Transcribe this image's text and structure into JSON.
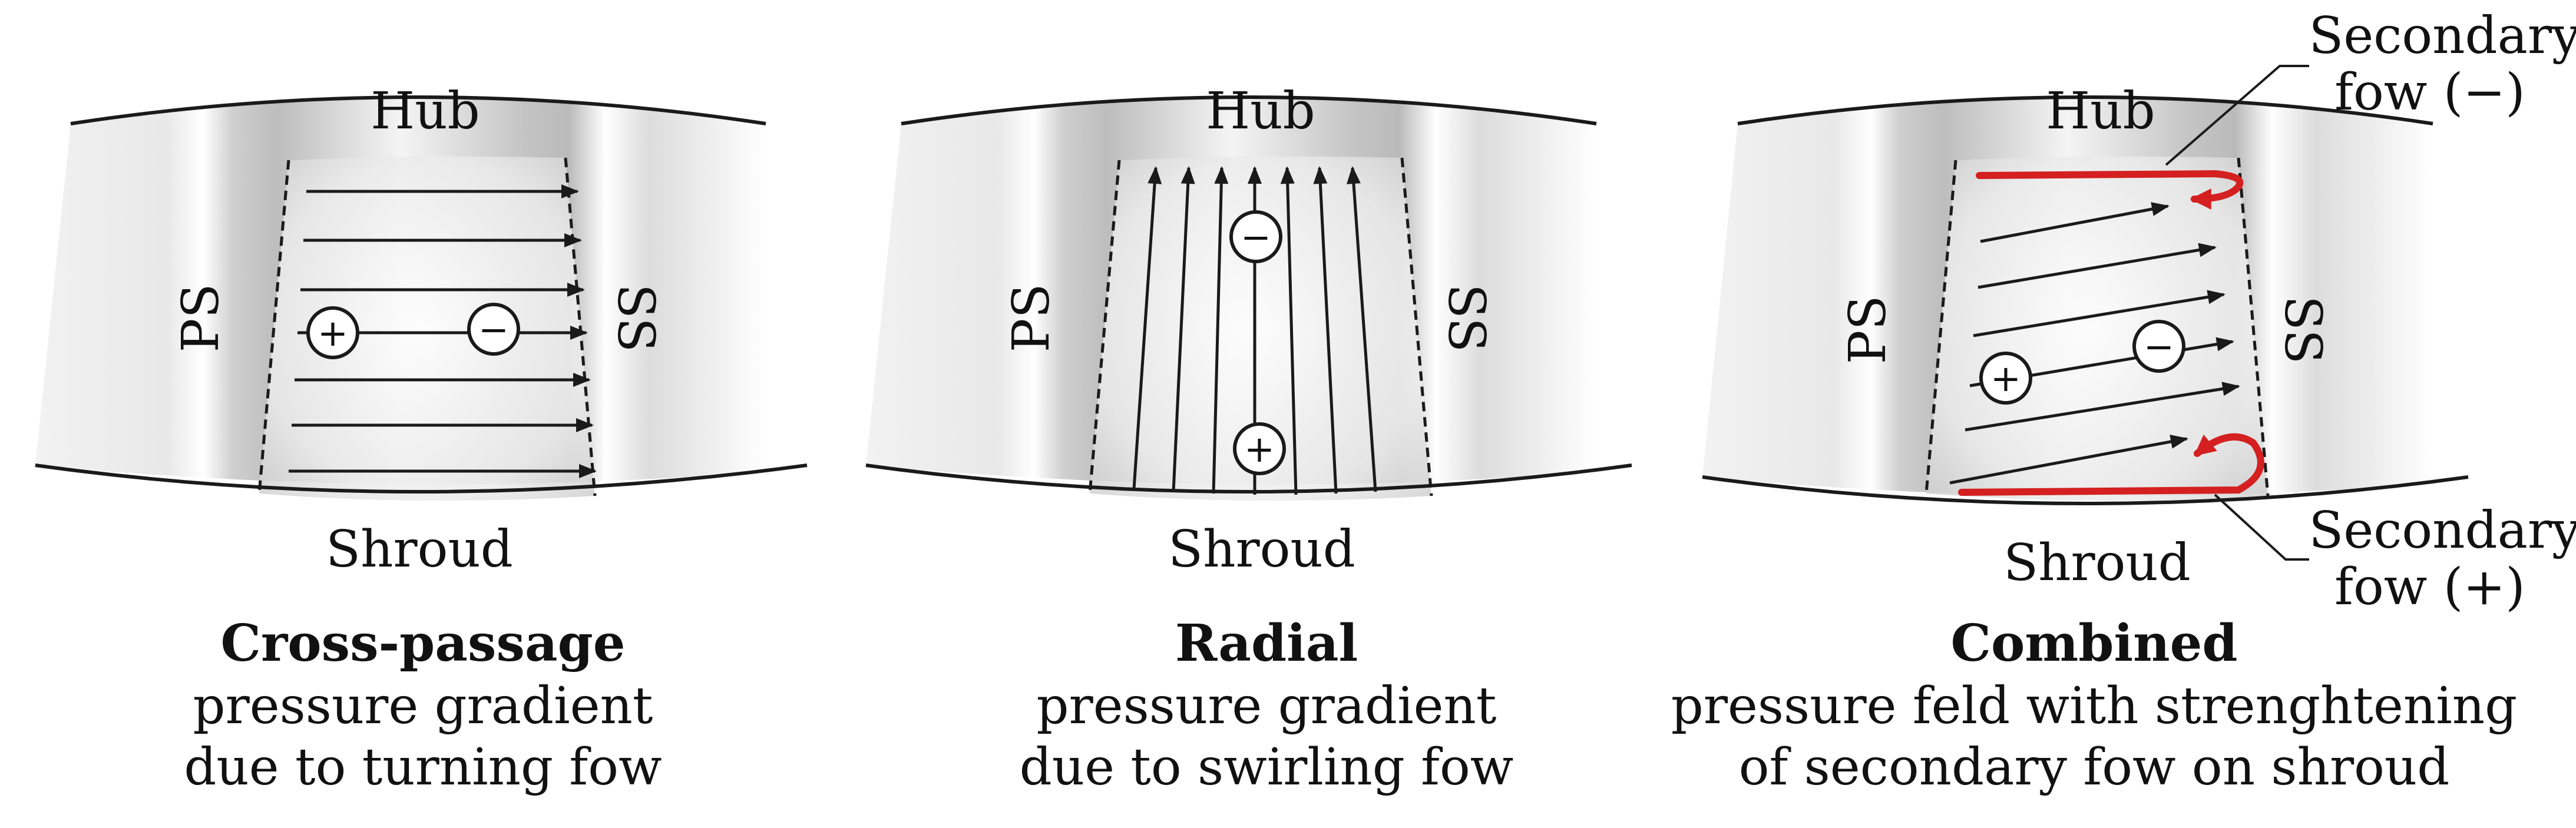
{
  "panels": [
    {
      "hub": "Hub",
      "shroud": "Shroud",
      "ps": "PS",
      "ss": "SS",
      "plus": "+",
      "minus": "−",
      "caption_bold": "Cross-passage",
      "caption_line1": "pressure gradient",
      "caption_line2": "due to turning fow"
    },
    {
      "hub": "Hub",
      "shroud": "Shroud",
      "ps": "PS",
      "ss": "SS",
      "plus": "+",
      "minus": "−",
      "caption_bold": "Radial",
      "caption_line1": "pressure gradient",
      "caption_line2": "due to swirling fow"
    },
    {
      "hub": "Hub",
      "shroud": "Shroud",
      "ps": "PS",
      "ss": "SS",
      "plus": "+",
      "minus": "−",
      "caption_bold": "Combined",
      "caption_line1": "pressure feld with strenghtening",
      "caption_line2": "of secondary fow on shroud"
    }
  ],
  "annotations": {
    "secondary_neg_line1": "Secondary",
    "secondary_neg_line2": "fow (−)",
    "secondary_pos_line1": "Secondary",
    "secondary_pos_line2": "fow (+)"
  },
  "colors": {
    "secondary_flow": "#d42020",
    "lines": "#1a1a1a"
  }
}
